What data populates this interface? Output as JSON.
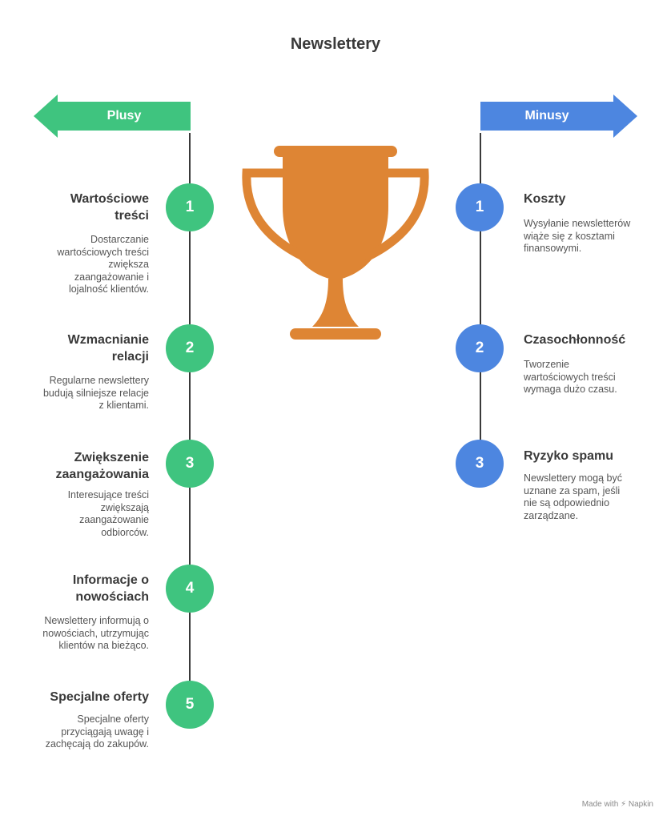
{
  "title": "Newslettery",
  "colors": {
    "pros_accent": "#3fc47f",
    "cons_accent": "#4d86e0",
    "trophy": "#de8534",
    "line": "#3a3a3a"
  },
  "pros": {
    "label": "Plusy",
    "items": [
      {
        "number": "1",
        "title": "Wartościowe treści",
        "desc": "Dostarczanie wartościowych treści zwiększa zaangażowanie i lojalność klientów."
      },
      {
        "number": "2",
        "title": "Wzmacnianie relacji",
        "desc": "Regularne newslettery budują silniejsze relacje z klientami."
      },
      {
        "number": "3",
        "title": "Zwiększenie zaangażowania",
        "desc": "Interesujące treści zwiększają zaangażowanie odbiorców."
      },
      {
        "number": "4",
        "title": "Informacje o nowościach",
        "desc": "Newslettery informują o nowościach, utrzymując klientów na bieżąco."
      },
      {
        "number": "5",
        "title": "Specjalne oferty",
        "desc": "Specjalne oferty przyciągają uwagę i zachęcają do zakupów."
      }
    ]
  },
  "cons": {
    "label": "Minusy",
    "items": [
      {
        "number": "1",
        "title": "Koszty",
        "desc": "Wysyłanie newsletterów wiąże się z kosztami finansowymi."
      },
      {
        "number": "2",
        "title": "Czasochłonność",
        "desc": "Tworzenie wartościowych treści wymaga dużo czasu."
      },
      {
        "number": "3",
        "title": "Ryzyko spamu",
        "desc": "Newslettery mogą być uznane za spam, jeśli nie są odpowiednio zarządzane."
      }
    ]
  },
  "icons": {
    "center": "trophy-icon",
    "footer": "napkin-icon"
  },
  "footer": "Made with ⚡ Napkin"
}
